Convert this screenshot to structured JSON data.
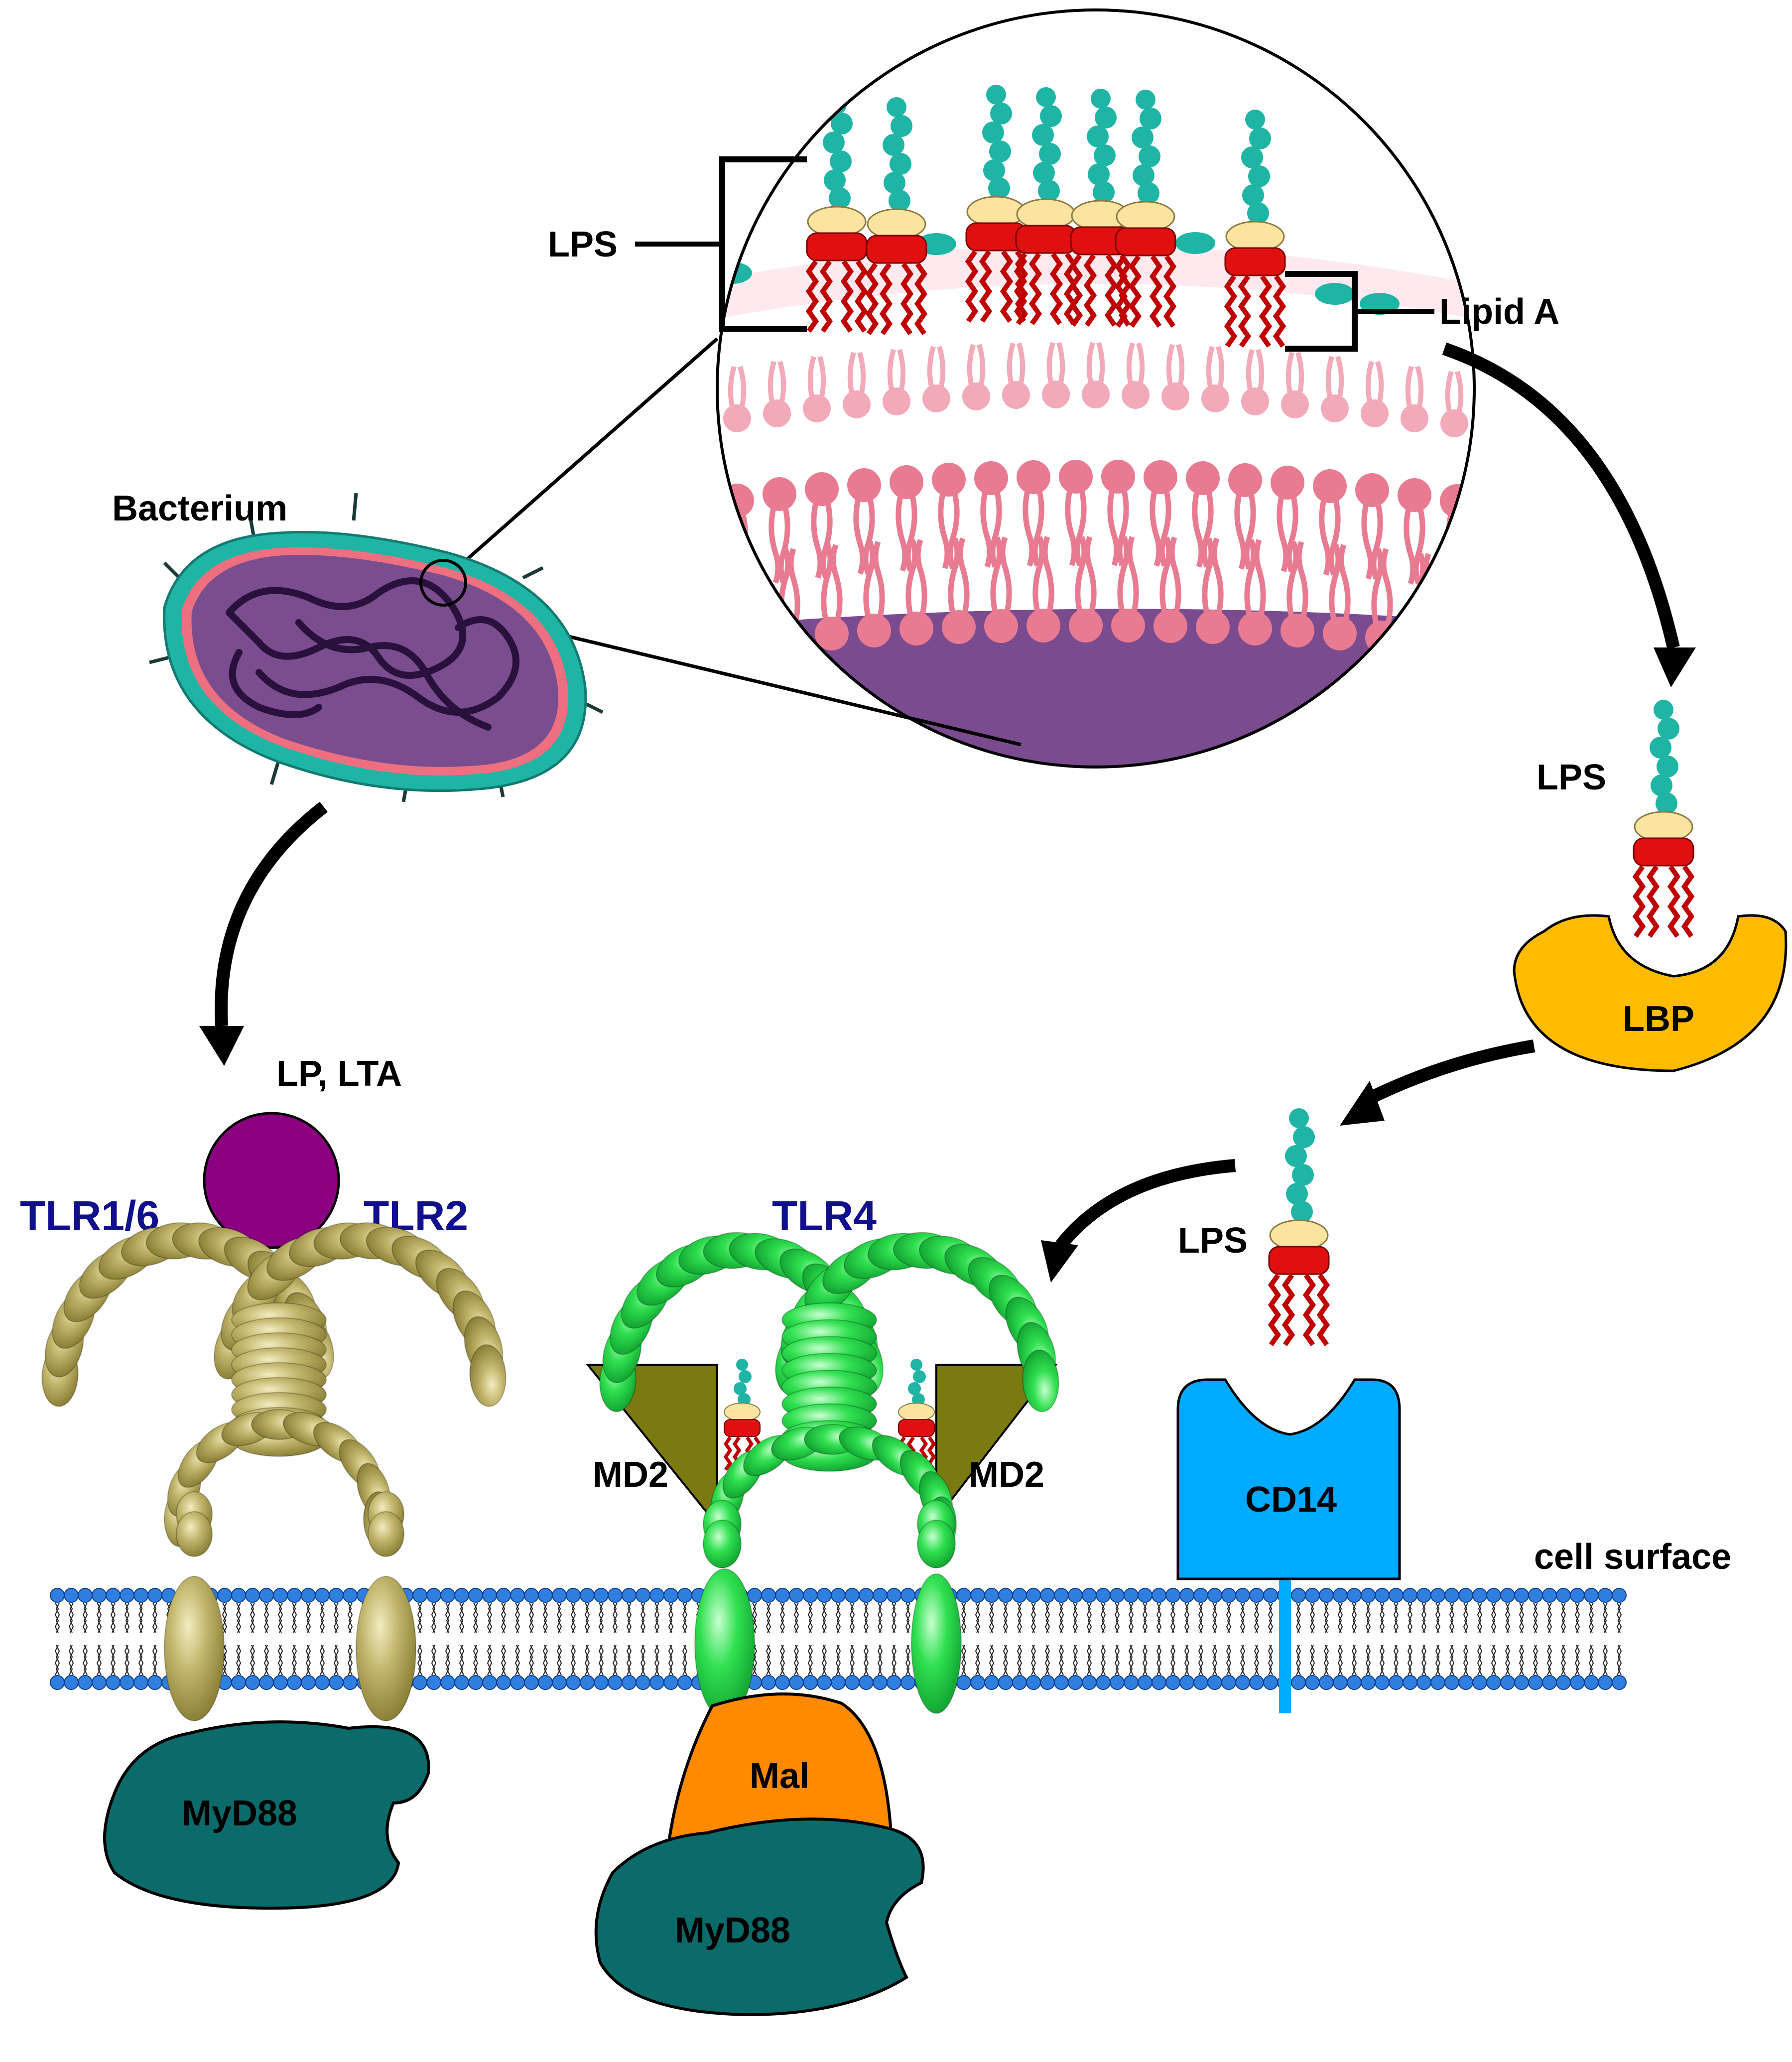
{
  "labels": {
    "lps_top": "LPS",
    "lipid_a": "Lipid A",
    "bacterium": "Bacterium",
    "lps_lbp": "LPS",
    "lbp": "LBP",
    "lp_lta": "LP, LTA",
    "tlr16": "TLR1/6",
    "tlr2": "TLR2",
    "tlr4": "TLR4",
    "md2_left": "MD2",
    "md2_right": "MD2",
    "lps_cd14": "LPS",
    "cd14": "CD14",
    "cell_surface": "cell surface",
    "myd88_left": "MyD88",
    "mal": "Mal",
    "myd88_right": "MyD88"
  },
  "colors": {
    "tlr_label": "#10108c",
    "tlr2_complex": "#b9ad5e",
    "tlr4_complex": "#22dd44",
    "md2": "#7a7a10",
    "myd88": "#0b6b6b",
    "mal": "#ff8a00",
    "lbp": "#ffbb00",
    "cd14": "#00aaff",
    "lp_lta_ball": "#8a0080",
    "membrane_heads": "#2f7fe0",
    "bacterium_cytoplasm": "#7a4e8e",
    "bacterium_wall": "#1fb5a5",
    "lps_oligosaccharide": "#1fb5a5",
    "lps_core": "#fbe3a0",
    "lipid_a": "#e01010"
  }
}
